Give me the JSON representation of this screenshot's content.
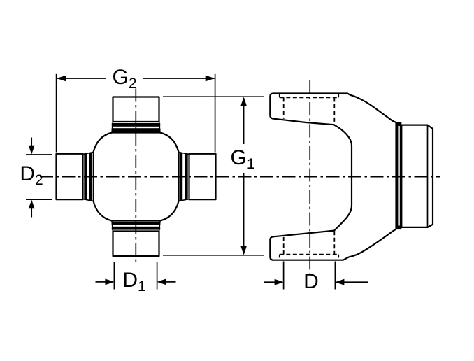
{
  "labels": {
    "g2": {
      "main": "G",
      "sub": "2"
    },
    "g1": {
      "main": "G",
      "sub": "1"
    },
    "d2": {
      "main": "D",
      "sub": "2"
    },
    "d1": {
      "main": "D",
      "sub": "1"
    },
    "d": {
      "main": "D",
      "sub": ""
    }
  },
  "colors": {
    "line": "#000000",
    "background": "#ffffff"
  }
}
